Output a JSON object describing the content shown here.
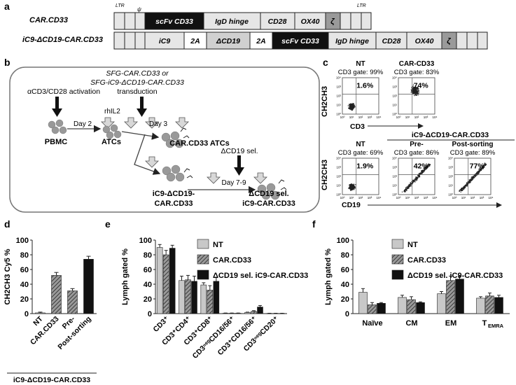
{
  "panel_a": {
    "label": "a",
    "row1": {
      "name": "CAR.CD33",
      "ltr_left": "LTR",
      "psi": "ψ",
      "blocks": [
        "scFv CD33",
        "IgD hinge",
        "CD28",
        "OX40",
        "ζ"
      ],
      "ltr_right": "LTR"
    },
    "row2": {
      "name": "iC9-ΔCD19-CAR.CD33",
      "blocks": [
        "iC9",
        "2A",
        "ΔCD19",
        "2A",
        "scFv CD33",
        "IgD hinge",
        "CD28",
        "OX40",
        "ζ"
      ]
    }
  },
  "panel_b": {
    "label": "b",
    "transduction_line1": "SFG-CAR.CD33 or",
    "transduction_line2": "SFG-iC9-ΔCD19-CAR.CD33",
    "transduction_line3": "transduction",
    "activation": "αCD3/CD28 activation",
    "rhil2": "rhIL2",
    "day2": "Day 2",
    "day3": "Day 3",
    "pbmc": "PBMC",
    "atcs": "ATCs",
    "car_atcs": "CAR.CD33 ATCs",
    "cd19sel": "ΔCD19 sel.",
    "day79": "Day 7-9",
    "ic9_line1": "iC9-ΔCD19-",
    "ic9_line2": "CAR.CD33",
    "sel_line1": "ΔCD19 sel.",
    "sel_line2": "iC9-CAR.CD33"
  },
  "panel_c": {
    "label": "c",
    "ylabel": "CH2CH3",
    "xlabel_top": "CD3",
    "xlabel_bottom": "CD19",
    "bracket": "iC9-ΔCD19-CAR.CD33",
    "top_plots": [
      {
        "title": "NT",
        "gate": "CD3 gate: 99%",
        "value": "1.6%"
      },
      {
        "title": "CAR-CD33",
        "gate": "CD3 gate: 83%",
        "value": "74%"
      }
    ],
    "bottom_plots": [
      {
        "title": "NT",
        "gate": "CD3 gate: 69%",
        "value": "1.9%"
      },
      {
        "title": "Pre-",
        "gate": "CD3 gate: 86%",
        "value": "42%"
      },
      {
        "title": "Post-sorting",
        "gate": "CD3 gate: 89%",
        "value": "77%"
      }
    ],
    "ticks": [
      "10⁰",
      "10¹",
      "10²",
      "10³",
      "10⁴"
    ]
  },
  "panel_d": {
    "label": "d",
    "group_label": "iC9-ΔCD19-CAR.CD33"
  },
  "panel_e": {
    "label": "e"
  },
  "panel_f": {
    "label": "f"
  },
  "chart_data": [
    {
      "type": "bar",
      "panel": "d",
      "ylabel": "CH2CH3 Cy5 %",
      "ylim": [
        0,
        100
      ],
      "yticks": [
        0,
        20,
        40,
        60,
        80,
        100
      ],
      "categories": [
        "NT",
        "CAR.CD33",
        "Pre-",
        "Post-sorting"
      ],
      "values": [
        1,
        52,
        31,
        74
      ],
      "errors": [
        1,
        4,
        3,
        4
      ],
      "styles": [
        "light",
        "hatch",
        "hatch",
        "black"
      ]
    },
    {
      "type": "bar",
      "panel": "e",
      "ylabel": "Lymph gated %",
      "ylim": [
        0,
        100
      ],
      "yticks": [
        0,
        20,
        40,
        60,
        80,
        100
      ],
      "categories": [
        "CD3⁺",
        "CD3⁺CD4⁺",
        "CD3⁺CD8⁺",
        "CD3ⁿᵉᵍCD16/56⁺",
        "CD3⁺CD16/56⁺",
        "CD3ⁿᵉᵍCD20⁺"
      ],
      "legend": [
        "NT",
        "CAR.CD33",
        "ΔCD19 sel. iC9-CAR.CD33"
      ],
      "series": [
        {
          "name": "NT",
          "values": [
            90,
            45,
            39,
            0.5,
            1.5,
            0.3
          ],
          "errors": [
            4,
            6,
            3,
            0.3,
            0.5,
            0.2
          ]
        },
        {
          "name": "CAR.CD33",
          "values": [
            80,
            46,
            32,
            0.5,
            3,
            0.3
          ],
          "errors": [
            6,
            6,
            6,
            0.3,
            1,
            0.2
          ]
        },
        {
          "name": "ΔCD19 sel. iC9-CAR.CD33",
          "values": [
            89,
            44,
            44,
            0.5,
            9,
            0.3
          ],
          "errors": [
            4,
            7,
            5,
            0.3,
            2,
            0.2
          ]
        }
      ]
    },
    {
      "type": "bar",
      "panel": "f",
      "ylabel": "Lymph gated %",
      "ylim": [
        0,
        100
      ],
      "yticks": [
        0,
        20,
        40,
        60,
        80,
        100
      ],
      "categories": [
        "Naïve",
        "CM",
        "EM",
        "T_EMRA"
      ],
      "legend": [
        "NT",
        "CAR.CD33",
        "ΔCD19 sel. iC9-CAR.CD33"
      ],
      "series": [
        {
          "name": "NT",
          "values": [
            29,
            22,
            27,
            21
          ],
          "errors": [
            5,
            3,
            3,
            2
          ]
        },
        {
          "name": "CAR.CD33",
          "values": [
            12,
            19,
            45,
            24
          ],
          "errors": [
            3,
            4,
            6,
            4
          ]
        },
        {
          "name": "ΔCD19 sel. iC9-CAR.CD33",
          "values": [
            14,
            15,
            47,
            22
          ],
          "errors": [
            1,
            1,
            4,
            3
          ]
        }
      ]
    }
  ],
  "colors": {
    "light": "#c8c8c8",
    "dark": "#111111",
    "hatch_bg": "#9a9a9a",
    "block_fill": "#e6e6e6"
  }
}
